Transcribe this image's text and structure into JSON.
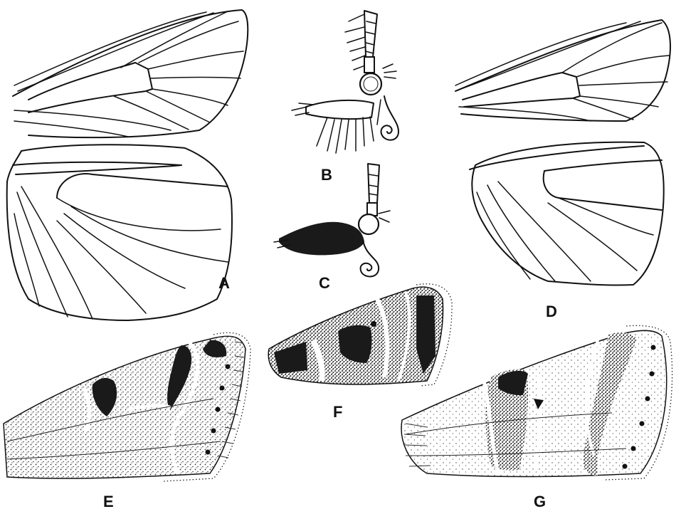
{
  "figure": {
    "labels": {
      "a": "A",
      "b": "B",
      "c": "C",
      "d": "D",
      "e": "E",
      "f": "F",
      "g": "G"
    }
  },
  "colors": {
    "ink": "#111111",
    "paper": "#ffffff",
    "stipple": "#333333"
  }
}
